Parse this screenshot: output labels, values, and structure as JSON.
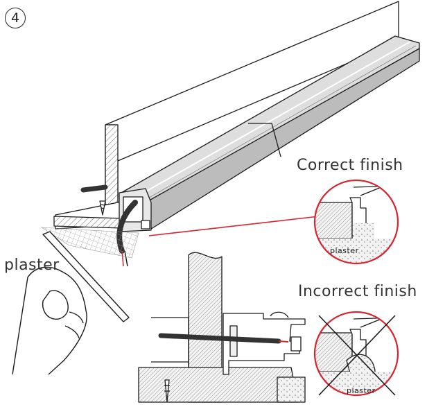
{
  "step": {
    "number": "4"
  },
  "labels": {
    "correct_finish": "Correct finish",
    "incorrect_finish": "Incorrect finish",
    "plaster_main": "plaster",
    "plaster_correct": "plaster",
    "plaster_incorrect": "plaster"
  },
  "colors": {
    "accent_red": "#d9232e",
    "profile_grey": "#d2d2d2",
    "profile_dark": "#a8a8a8",
    "line": "#1a1a1a",
    "hatch": "#555555",
    "plaster_fill": "#eeeeee"
  }
}
